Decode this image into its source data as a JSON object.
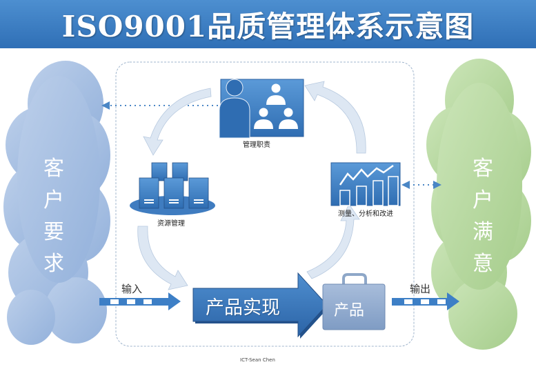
{
  "title": "ISO9001品质管理体系示意图",
  "left_cloud": {
    "label": "客户要求",
    "color": "#a9c1e2"
  },
  "right_cloud": {
    "label": "客户满意",
    "color": "#b9d9a3"
  },
  "nodes": {
    "management": "管理职责",
    "resources": "资源管理",
    "measurement": "测量、分析和改进",
    "realization": "产品实现",
    "product": "产品"
  },
  "io": {
    "input": "输入",
    "output": "输出"
  },
  "credit": "ICT-Sean Chen",
  "colors": {
    "accent": "#3d7fc6",
    "dark_blue": "#2b5f9e",
    "cycle_arrow": "#dde7f3",
    "frame": "#9fb4cc"
  }
}
